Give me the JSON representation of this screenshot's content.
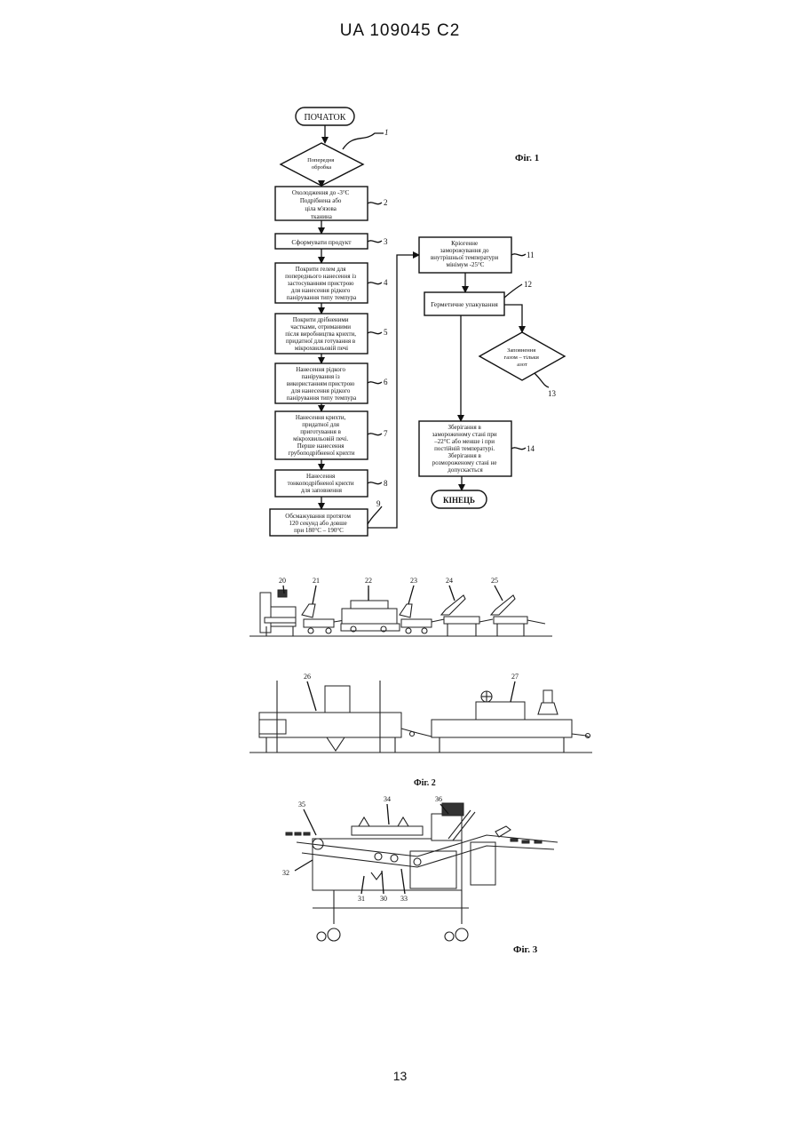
{
  "header": {
    "doc_id": "UA   109045   C2"
  },
  "page_number": "13",
  "fig1": {
    "caption": "Фіг. 1",
    "start": "ПОЧАТОК",
    "end": "КІНЕЦЬ",
    "steps": {
      "s1": {
        "num": "1",
        "lines": [
          "Попередня",
          "обробка"
        ]
      },
      "s2": {
        "num": "2",
        "lines": [
          "Охолодження до -3°C",
          "Подрібнена або",
          "ціла м'язова",
          "тканина"
        ]
      },
      "s3": {
        "num": "3",
        "lines": [
          "Сформувати продукт"
        ]
      },
      "s4": {
        "num": "4",
        "lines": [
          "Покрити гелем для",
          "попереднього нанесення із",
          "застосуванням пристрою",
          "для нанесення рідкого",
          "панірування типу темпура"
        ]
      },
      "s5": {
        "num": "5",
        "lines": [
          "Покрити дрібненими",
          "частками, отриманими",
          "після виробництва крихти,",
          "придатної для готування в",
          "мікрохвильовій печі"
        ]
      },
      "s6": {
        "num": "6",
        "lines": [
          "Нанесення рідкого",
          "панірування із",
          "використанням пристрою",
          "для нанесення рідкого",
          "панірування типу темпура"
        ]
      },
      "s7": {
        "num": "7",
        "lines": [
          "Нанесення крихти,",
          "придатної для",
          "приготування в",
          "мікрохвильовій печі.",
          "Перше нанесення",
          "грубоподрібненої крихти"
        ]
      },
      "s8": {
        "num": "8",
        "lines": [
          "Нанесення",
          "тонкоподрібненої крихти",
          "для заповнення"
        ]
      },
      "s9": {
        "num": "9",
        "lines": [
          "Обсмажування протягом",
          "120 секунд або довше",
          "при 180°C – 190°C"
        ]
      },
      "s11": {
        "num": "11",
        "lines": [
          "Кріогенне",
          "заморожування до",
          "внутрішньої температури",
          "мінімум -25°C"
        ]
      },
      "s12": {
        "num": "12",
        "lines": [
          "Герметичне упакування"
        ]
      },
      "s13": {
        "num": "13",
        "lines": [
          "Заповнення",
          "газом – тільки",
          "азот"
        ]
      },
      "s14": {
        "num": "14",
        "lines": [
          "Зберігання в",
          "замороженому стані при",
          "–22°C або менше і при",
          "постійній температурі.",
          "Зберігання в",
          "розмороженому стані не",
          "допускається"
        ]
      }
    }
  },
  "fig2": {
    "caption": "Фіг. 2",
    "labels": [
      "20",
      "21",
      "22",
      "23",
      "24",
      "25",
      "26",
      "27"
    ]
  },
  "fig3": {
    "caption": "Фіг. 3",
    "labels": [
      "30",
      "31",
      "32",
      "33",
      "34",
      "35",
      "36"
    ]
  }
}
